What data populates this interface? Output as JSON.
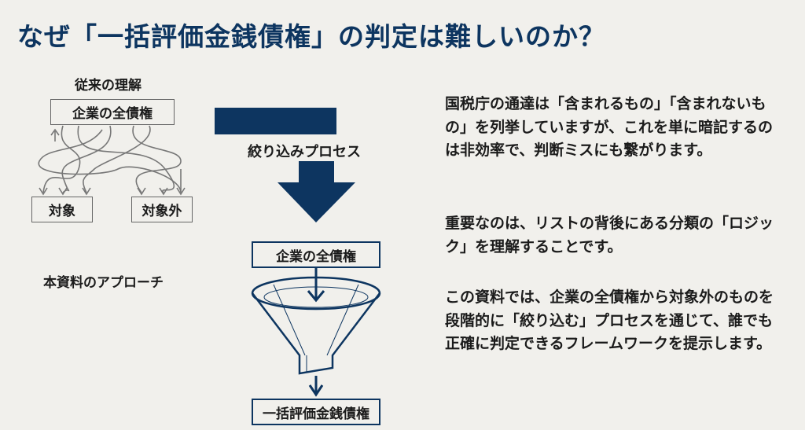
{
  "title": "なぜ「一括評価金銭債権」の判定は難しいのか？",
  "left": {
    "heading": "従来の理解",
    "source": "企業の全債権",
    "target_in": "対象",
    "target_out": "対象外",
    "approach": "本資料のアプローチ"
  },
  "process": {
    "label": "絞り込みプロセス",
    "input": "企業の全債権",
    "output": "一括評価金銭債権"
  },
  "text": {
    "p1": "国税庁の通達は「含まれるもの」「含まれないもの」を列挙していますが、これを単に暗記するのは非効率で、判断ミスにも繋がります。",
    "p2": "重要なのは、リストの背後にある分類の「ロジック」を理解することです。",
    "p3": "この資料では、企業の全債権から対象外のものを段階的に「絞り込む」プロセスを通じて、誰でも正確に判定できるフレームワークを提示します。"
  },
  "colors": {
    "navy": "#0d3560",
    "background": "#f1f0ec"
  }
}
